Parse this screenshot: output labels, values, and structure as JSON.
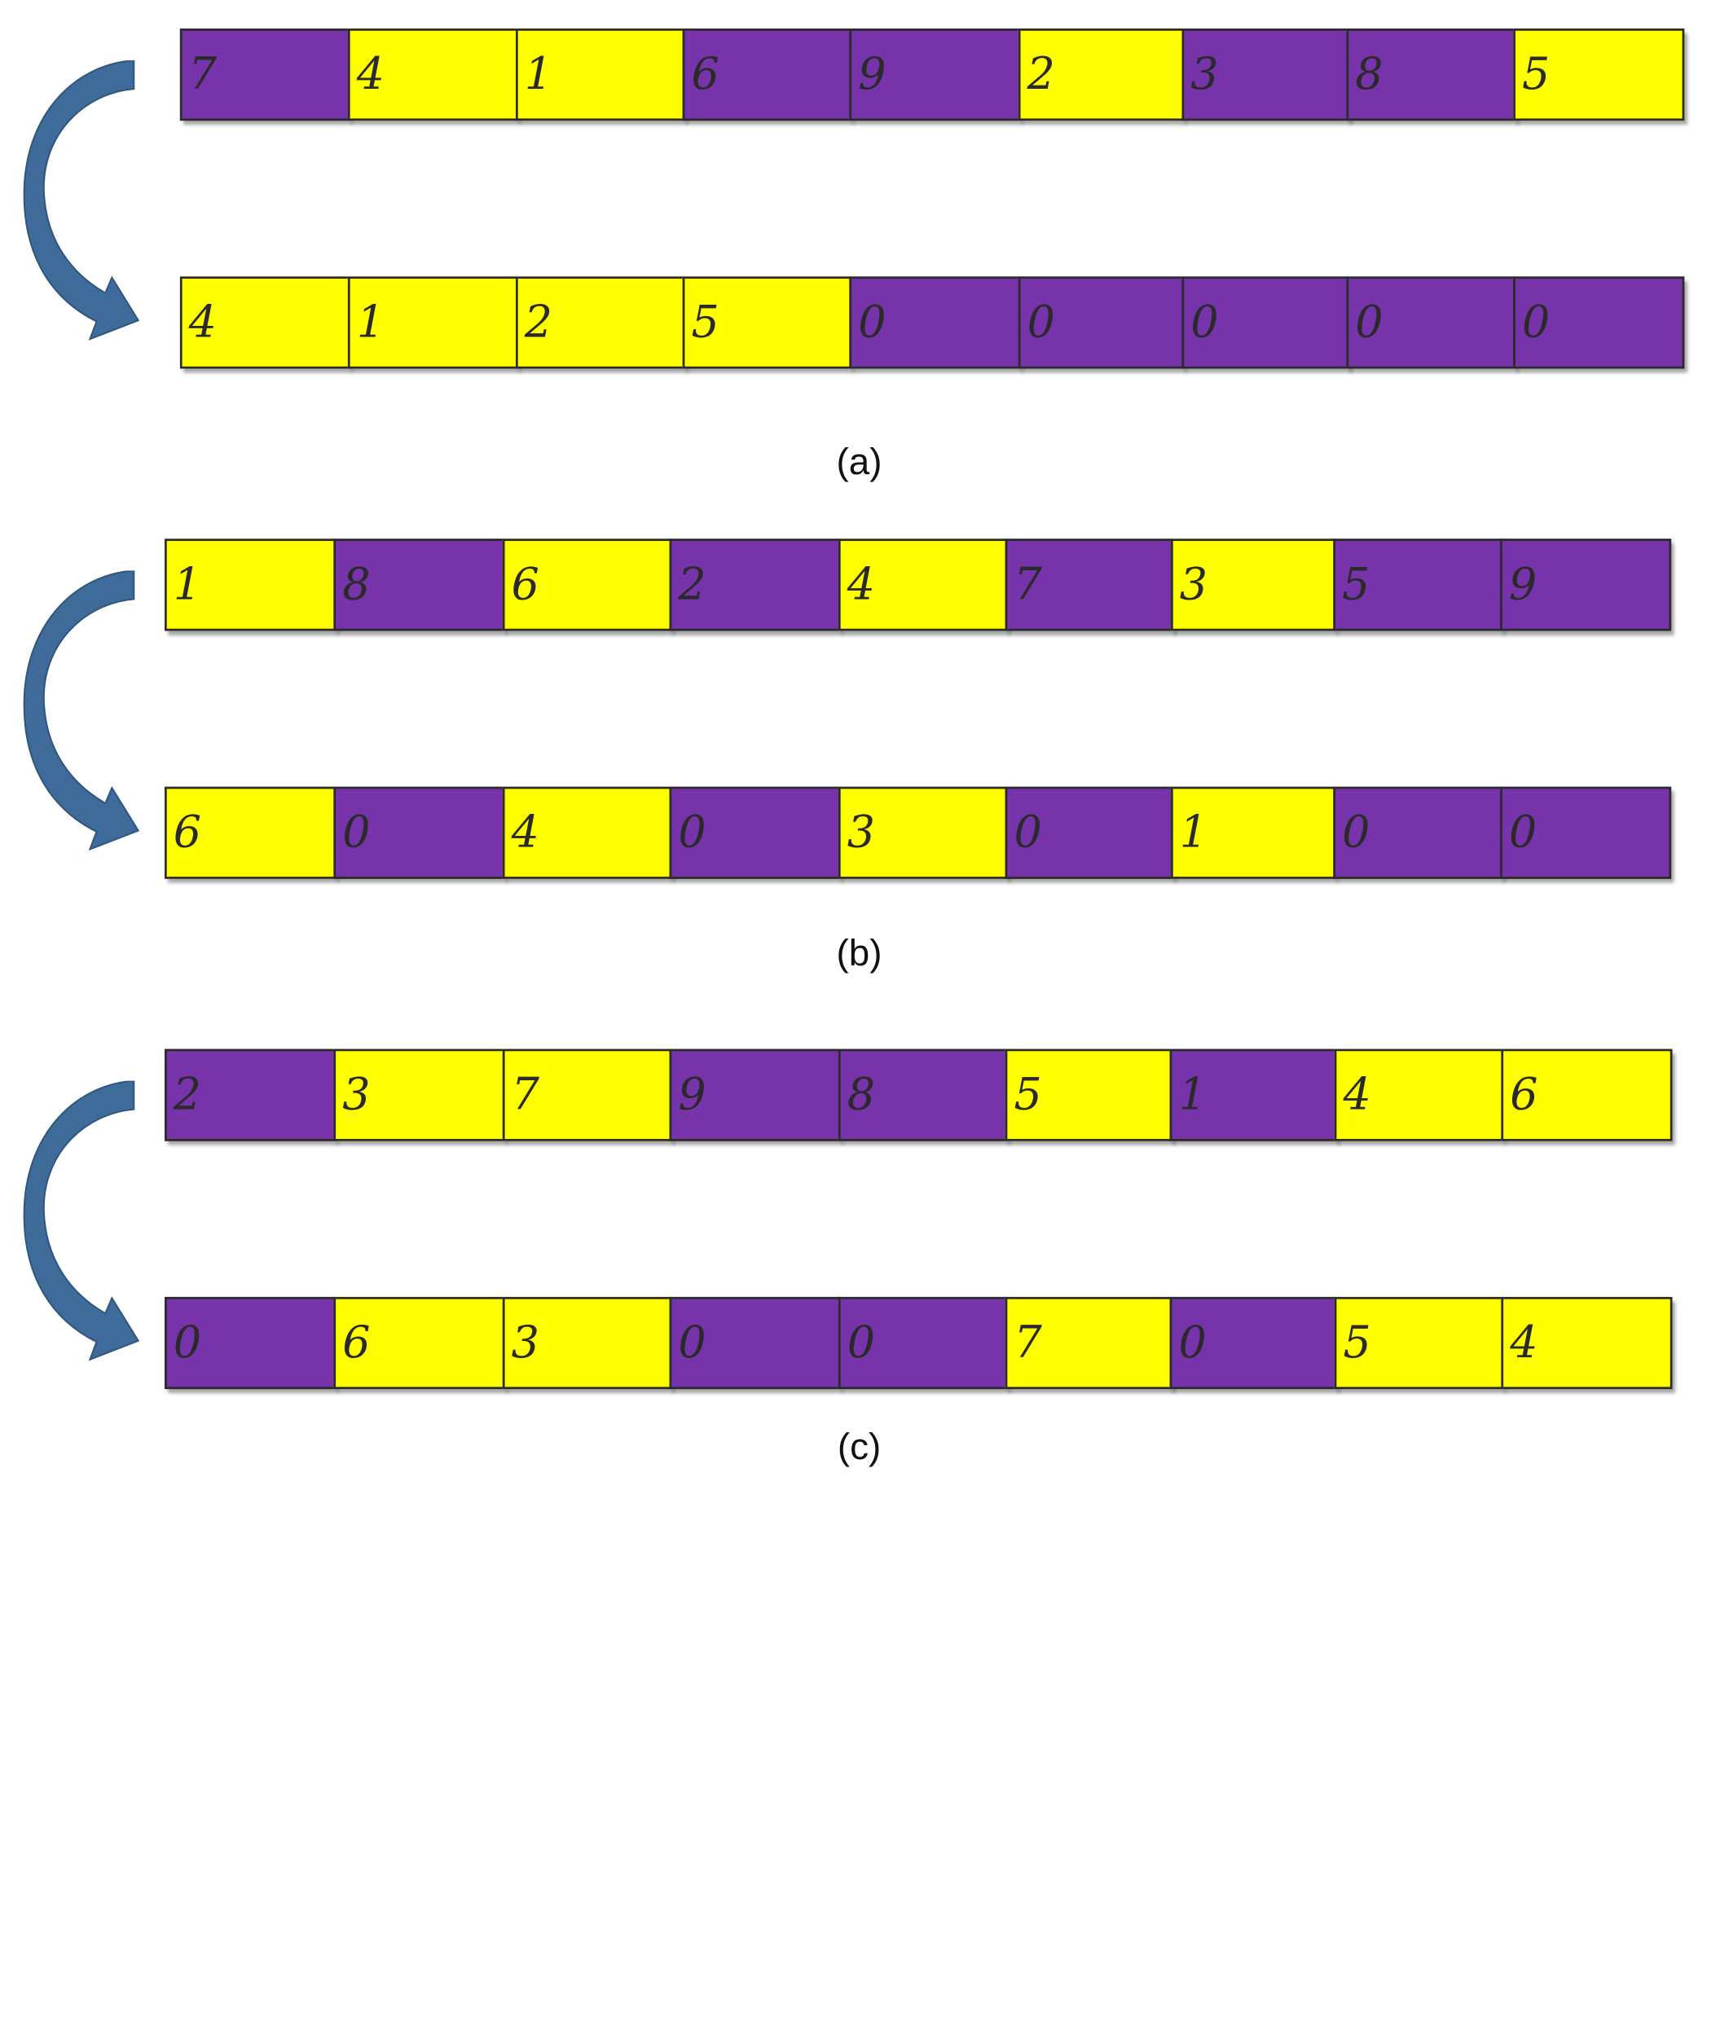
{
  "colors": {
    "purple": "#7733aa",
    "yellow": "#ffff00",
    "arrow": "#3e6b9a"
  },
  "icons": {
    "arrow": "curved-arrow-down"
  },
  "panels": [
    {
      "label": "(a)",
      "before": [
        {
          "value": "7",
          "color": "purple"
        },
        {
          "value": "4",
          "color": "yellow"
        },
        {
          "value": "1",
          "color": "yellow"
        },
        {
          "value": "6",
          "color": "purple"
        },
        {
          "value": "9",
          "color": "purple"
        },
        {
          "value": "2",
          "color": "yellow"
        },
        {
          "value": "3",
          "color": "purple"
        },
        {
          "value": "8",
          "color": "purple"
        },
        {
          "value": "5",
          "color": "yellow"
        }
      ],
      "after": [
        {
          "value": "4",
          "color": "yellow"
        },
        {
          "value": "1",
          "color": "yellow"
        },
        {
          "value": "2",
          "color": "yellow"
        },
        {
          "value": "5",
          "color": "yellow"
        },
        {
          "value": "0",
          "color": "purple"
        },
        {
          "value": "0",
          "color": "purple"
        },
        {
          "value": "0",
          "color": "purple"
        },
        {
          "value": "0",
          "color": "purple"
        },
        {
          "value": "0",
          "color": "purple"
        }
      ]
    },
    {
      "label": "(b)",
      "before": [
        {
          "value": "1",
          "color": "yellow"
        },
        {
          "value": "8",
          "color": "purple"
        },
        {
          "value": "6",
          "color": "yellow"
        },
        {
          "value": "2",
          "color": "purple"
        },
        {
          "value": "4",
          "color": "yellow"
        },
        {
          "value": "7",
          "color": "purple"
        },
        {
          "value": "3",
          "color": "yellow"
        },
        {
          "value": "5",
          "color": "purple"
        },
        {
          "value": "9",
          "color": "purple"
        }
      ],
      "after": [
        {
          "value": "6",
          "color": "yellow"
        },
        {
          "value": "0",
          "color": "purple"
        },
        {
          "value": "4",
          "color": "yellow"
        },
        {
          "value": "0",
          "color": "purple"
        },
        {
          "value": "3",
          "color": "yellow"
        },
        {
          "value": "0",
          "color": "purple"
        },
        {
          "value": "1",
          "color": "yellow"
        },
        {
          "value": "0",
          "color": "purple"
        },
        {
          "value": "0",
          "color": "purple"
        }
      ]
    },
    {
      "label": "(c)",
      "before": [
        {
          "value": "2",
          "color": "purple"
        },
        {
          "value": "3",
          "color": "yellow"
        },
        {
          "value": "7",
          "color": "yellow"
        },
        {
          "value": "9",
          "color": "purple"
        },
        {
          "value": "8",
          "color": "purple"
        },
        {
          "value": "5",
          "color": "yellow"
        },
        {
          "value": "1",
          "color": "purple"
        },
        {
          "value": "4",
          "color": "yellow"
        },
        {
          "value": "6",
          "color": "yellow"
        }
      ],
      "after": [
        {
          "value": "0",
          "color": "purple"
        },
        {
          "value": "6",
          "color": "yellow"
        },
        {
          "value": "3",
          "color": "yellow"
        },
        {
          "value": "0",
          "color": "purple"
        },
        {
          "value": "0",
          "color": "purple"
        },
        {
          "value": "7",
          "color": "yellow"
        },
        {
          "value": "0",
          "color": "purple"
        },
        {
          "value": "5",
          "color": "yellow"
        },
        {
          "value": "4",
          "color": "yellow"
        }
      ]
    }
  ]
}
